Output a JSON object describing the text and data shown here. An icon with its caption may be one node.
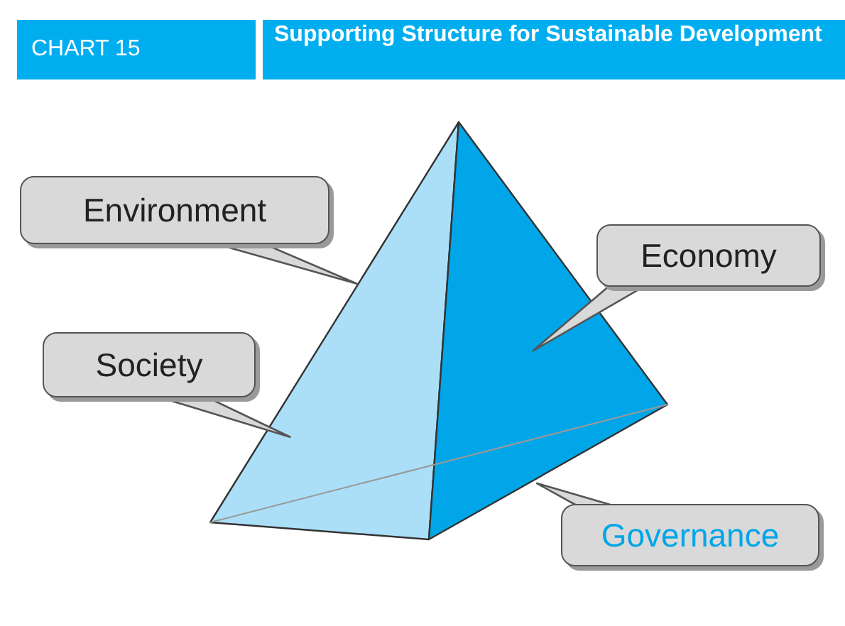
{
  "diagram": {
    "title": "Supporting Structure for Sustainable Development",
    "nodes": [
      {
        "text": [
          "Environment"
        ]
      },
      {
        "text": [
          "Economy"
        ]
      },
      {
        "text": [
          "Society"
        ]
      },
      {
        "text": [
          "Governance"
        ]
      },
      {
        "text": [],
        "shape": "triangle"
      },
      {
        "text": [],
        "shape": "triangle"
      },
      {
        "text": [],
        "shape": "triangle"
      }
    ],
    "edges": [
      {
        "from": 0,
        "to": 4,
        "arrow": "none"
      },
      {
        "from": 1,
        "to": 5,
        "arrow": "none"
      },
      {
        "from": 2,
        "to": 4,
        "arrow": "none"
      },
      {
        "from": 3,
        "to": 6,
        "arrow": "none"
      }
    ],
    "labels": [
      "CHART 15"
    ]
  }
}
